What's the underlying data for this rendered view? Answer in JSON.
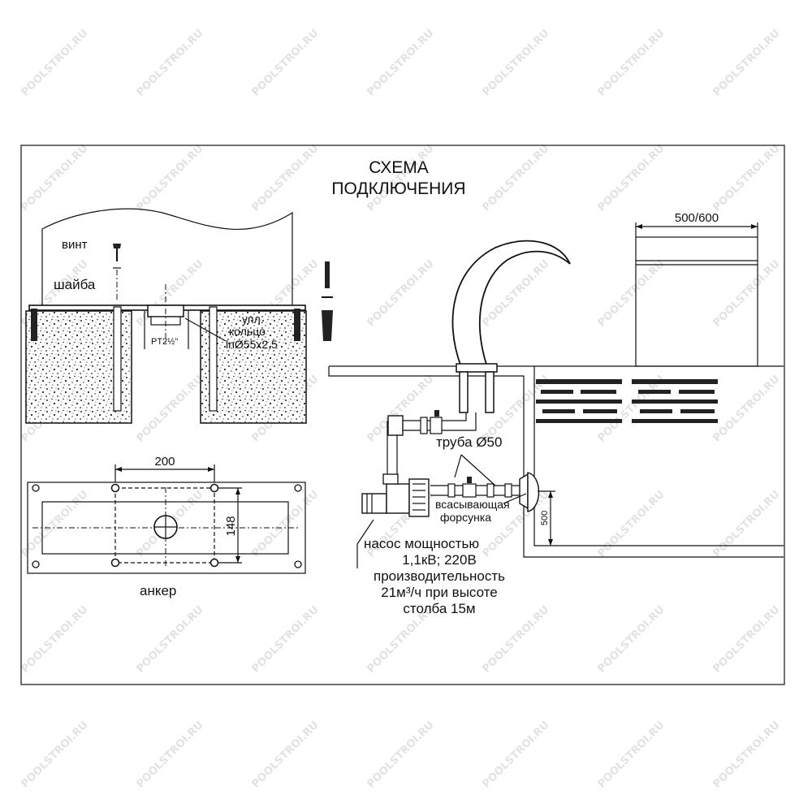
{
  "title_line1": "СХЕМА",
  "title_line2": "ПОДКЛЮЧЕНИЯ",
  "labels": {
    "vint": "винт",
    "shaiba": "шайба",
    "upl1": "упл.",
    "upl2": "кольцо",
    "upl3": "lnØ55x2,5",
    "pt": "PT2½\"",
    "dim_200": "200",
    "dim_148": "148",
    "anker": "анкер",
    "dim_500_600": "500/600",
    "truba": "труба Ø50",
    "vsas1": "всасывающая",
    "vsas2": "форсунка",
    "dim_500": "500",
    "pump1": "насос мощностью",
    "pump2": "1,1кВ; 220В",
    "pump3": "производительность",
    "pump4": "21м³/ч при высоте",
    "pump5": "столба 15м"
  },
  "watermark": "POOLSTROI.RU",
  "colors": {
    "line": "#111111",
    "watermark": "#e2e2e2",
    "background": "#ffffff"
  }
}
